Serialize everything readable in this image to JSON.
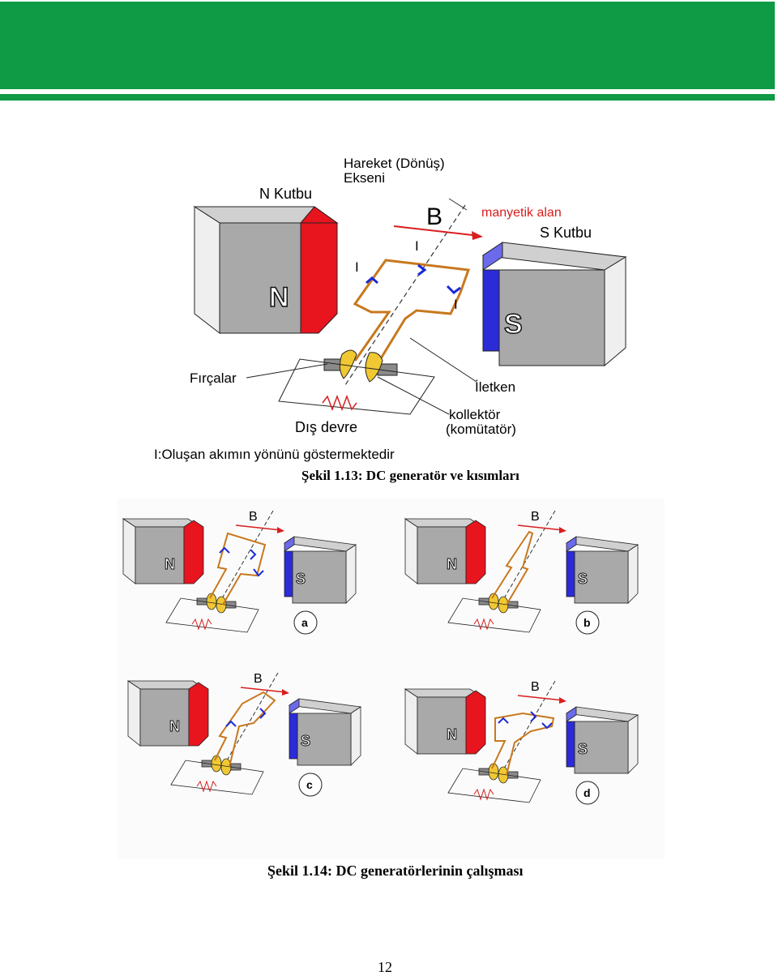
{
  "header": {
    "color": "#0f9a45"
  },
  "figure1": {
    "labels": {
      "axis_line1": "Hareket (Dönüş)",
      "axis_line2": "Ekseni",
      "n_pole": "N Kutbu",
      "b_field": "B",
      "magnetic_field": "manyetik alan",
      "s_pole": "S Kutbu",
      "n_letter": "N",
      "s_letter": "S",
      "current_i1": "I",
      "current_i2": "I",
      "current_i3": "I",
      "brushes": "Fırçalar",
      "conductor": "İletken",
      "external_circuit": "Dış devre",
      "collector_line1": "kollektör",
      "collector_line2": "(komütatör)",
      "note": "I:Oluşan akımın yönünü göstermektedir"
    },
    "caption": "Şekil 1.13: DC generatör ve kısımları"
  },
  "figure2": {
    "panels": [
      {
        "id": "a",
        "b": "B",
        "n": "N",
        "s": "S"
      },
      {
        "id": "b",
        "b": "B",
        "n": "N",
        "s": "S"
      },
      {
        "id": "c",
        "b": "B",
        "n": "N",
        "s": "S"
      },
      {
        "id": "d",
        "b": "B",
        "n": "N",
        "s": "S"
      }
    ],
    "caption": "Şekil 1.14: DC generatörlerinin çalışması"
  },
  "colors": {
    "n_pole_face": "#e8141e",
    "s_pole_face": "#2b2bd8",
    "s_pole_top": "#6a6aea",
    "magnet_front": "#a9a9a9",
    "magnet_top": "#c8c8c8",
    "magnet_side": "#e6e6e6",
    "conductor": "#c8781e",
    "arrow_blue": "#1a2ad8",
    "field_arrow": "#d81e1e",
    "brush_yellow": "#f0c832"
  },
  "page_number": "12"
}
